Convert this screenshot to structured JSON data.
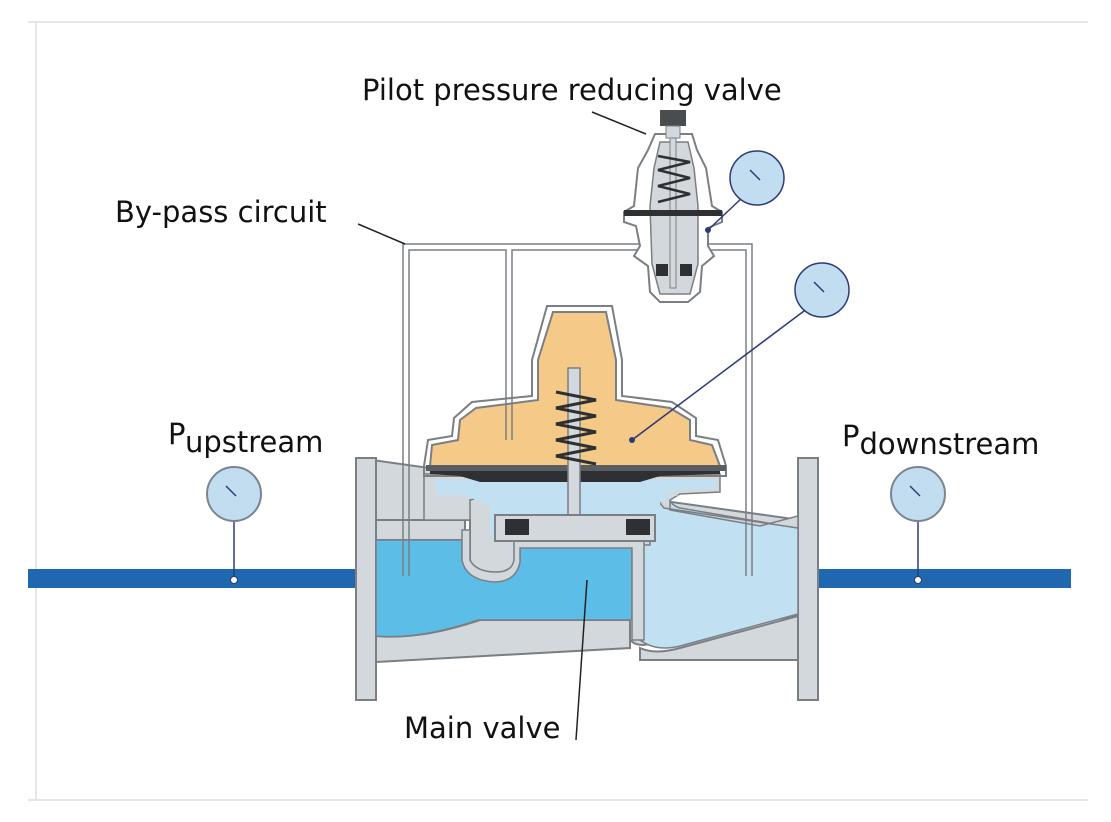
{
  "labels": {
    "pilot": "Pilot pressure reducing valve",
    "bypass": "By-pass circuit",
    "upstream_p": "P",
    "upstream_sub": "upstream",
    "downstream_p": "P",
    "downstream_sub": "downstream",
    "main_valve": "Main valve"
  },
  "colors": {
    "pipe": "#1f68b0",
    "body_fill": "#d3d8dd",
    "body_stroke": "#7a7f84",
    "water_dark": "#5cbde6",
    "water_light": "#c1e1f3",
    "bonnet": "#f5c987",
    "gauge_fill": "#c2dcf0",
    "gauge_stroke": "#2f3a78"
  }
}
